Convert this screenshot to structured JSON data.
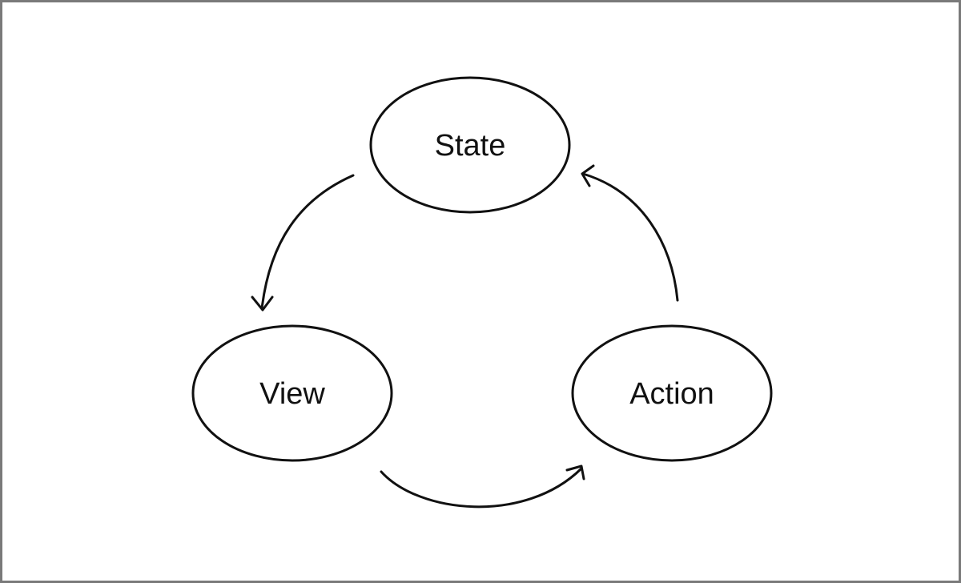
{
  "diagram": {
    "nodes": {
      "state": {
        "label": "State"
      },
      "view": {
        "label": "View"
      },
      "action": {
        "label": "Action"
      }
    },
    "edges": [
      {
        "from": "State",
        "to": "View"
      },
      {
        "from": "View",
        "to": "Action"
      },
      {
        "from": "Action",
        "to": "State"
      }
    ]
  },
  "colors": {
    "stroke": "#111111",
    "border": "#7a7a7a",
    "background": "#ffffff"
  }
}
